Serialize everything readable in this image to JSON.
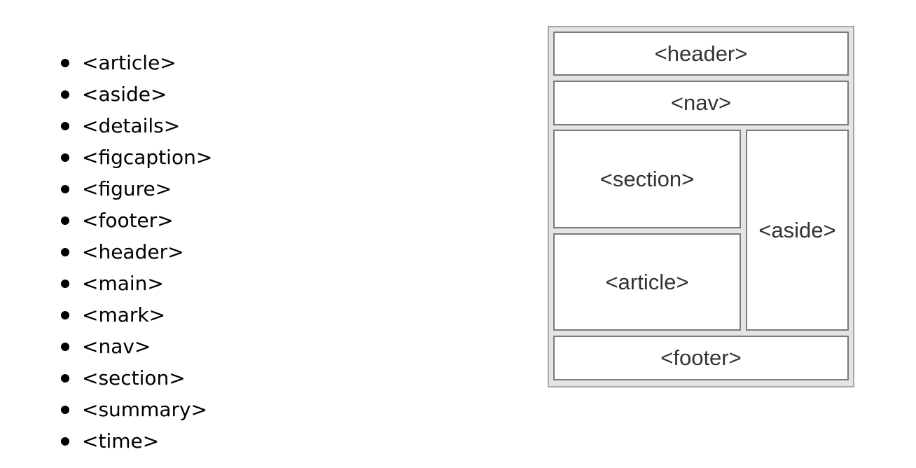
{
  "elements_list": {
    "items": [
      "<article>",
      "<aside>",
      "<details>",
      "<figcaption>",
      "<figure>",
      "<footer>",
      "<header>",
      "<main>",
      "<mark>",
      "<nav>",
      "<section>",
      "<summary>",
      "<time>"
    ]
  },
  "layout_diagram": {
    "header": "<header>",
    "nav": "<nav>",
    "section": "<section>",
    "article": "<article>",
    "aside": "<aside>",
    "footer": "<footer>"
  }
}
